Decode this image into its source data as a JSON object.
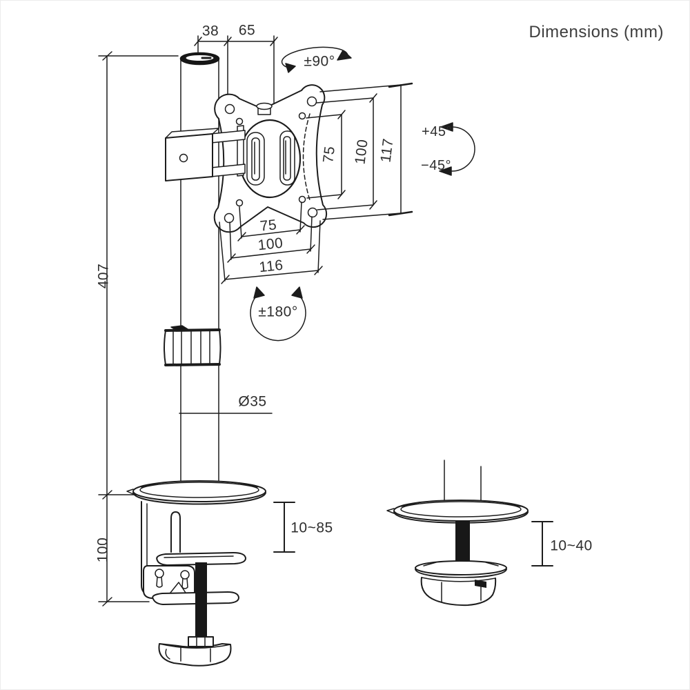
{
  "meta": {
    "title": "Dimensions (mm)"
  },
  "labels": {
    "pole_offset": "38",
    "arm_length": "65",
    "swivel_range": "±90°",
    "vesa_vertical_75": "75",
    "vesa_vertical_100": "100",
    "plate_height": "117",
    "tilt_up": "+45°",
    "tilt_down": "−45°",
    "vesa_horizontal_75": "75",
    "vesa_horizontal_100": "100",
    "plate_width": "116",
    "rotation_range": "±180°",
    "pole_height": "407",
    "pole_diameter": "Ø35",
    "clamp_height": "100",
    "clamp_desk_range": "10~85",
    "grommet_desk_range": "10~40"
  }
}
